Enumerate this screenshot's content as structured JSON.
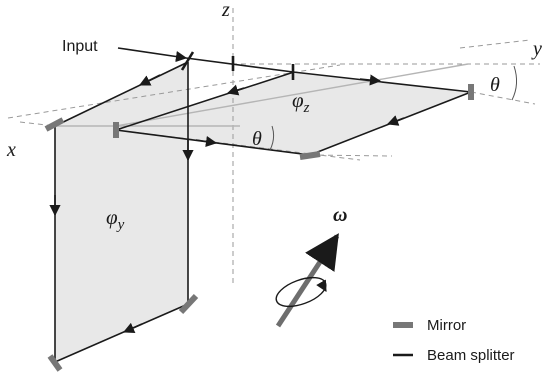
{
  "diagram": {
    "axes": {
      "x": "x",
      "y": "y",
      "z": "z"
    },
    "input_label": "Input",
    "phase_z": "φ",
    "phase_z_sub": "z",
    "phase_y": "φ",
    "phase_y_sub": "y",
    "angle_label": "θ",
    "omega_label": "ω"
  },
  "legend": {
    "items": [
      {
        "label": "Mirror",
        "swatch": "mirror",
        "color": "#777777"
      },
      {
        "label": "Beam splitter",
        "swatch": "beam-splitter",
        "color": "#1a1a1a"
      }
    ]
  }
}
